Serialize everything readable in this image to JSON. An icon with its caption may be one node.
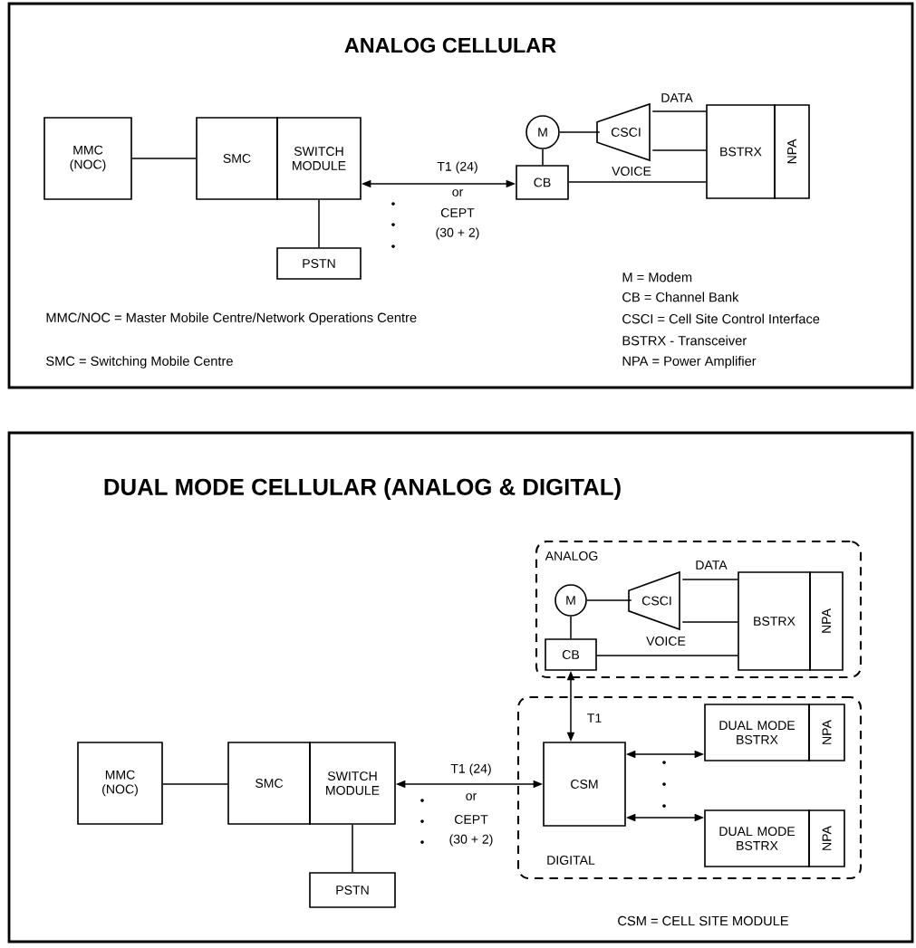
{
  "diagram": {
    "nodes": [
      {
        "text": [
          "ANALOG CELLULAR"
        ]
      },
      {
        "text": [
          "MMC (NOC)"
        ],
        "in": 0
      },
      {
        "text": [
          "SMC"
        ],
        "in": 0
      },
      {
        "text": [
          "SWITCH MODULE"
        ],
        "in": 0
      },
      {
        "text": [
          "PSTN"
        ],
        "in": 0
      },
      {
        "text": [
          "M"
        ],
        "in": 0
      },
      {
        "text": [
          "CB"
        ],
        "in": 0
      },
      {
        "text": [
          "CSCI"
        ],
        "in": 0
      },
      {
        "text": [
          "BSTRX"
        ],
        "in": 0
      },
      {
        "text": [
          "NPA"
        ],
        "in": 0
      },
      {
        "text": [
          "DUAL MODE CELLULAR (ANALOG & DIGITAL)"
        ]
      },
      {
        "text": [
          "MMC (NOC)"
        ],
        "in": 10
      },
      {
        "text": [
          "SMC"
        ],
        "in": 10
      },
      {
        "text": [
          "SWITCH MODULE"
        ],
        "in": 10
      },
      {
        "text": [
          "PSTN"
        ],
        "in": 10
      },
      {
        "text": [
          "ANALOG"
        ],
        "in": 10
      },
      {
        "text": [
          "M"
        ],
        "in": 15
      },
      {
        "text": [
          "CSCI"
        ],
        "in": 15
      },
      {
        "text": [
          "BSTRX"
        ],
        "in": 15
      },
      {
        "text": [
          "NPA"
        ],
        "in": 15
      },
      {
        "text": [
          "CB"
        ],
        "in": 15
      },
      {
        "text": [
          "DIGITAL"
        ],
        "in": 10
      },
      {
        "text": [
          "CSM"
        ],
        "in": 21
      },
      {
        "text": [
          "DUAL MODE BSTRX"
        ],
        "in": 21
      },
      {
        "text": [
          "NPA"
        ],
        "in": 21
      },
      {
        "text": [
          "DUAL MODE BSTRX"
        ],
        "in": 21
      },
      {
        "text": [
          "NPA"
        ],
        "in": 21
      }
    ],
    "edges": [
      {
        "from": 1,
        "to": 2,
        "arrow": "none"
      },
      {
        "from": 3,
        "to": 4,
        "arrow": "none"
      },
      {
        "from": 3,
        "to": 6,
        "arrow": "both",
        "label": "T1 (24)"
      },
      {
        "from": 6,
        "to": 5,
        "arrow": "none"
      },
      {
        "from": 5,
        "to": 7,
        "arrow": "none"
      },
      {
        "from": 7,
        "to": 8,
        "arrow": "none",
        "label": "DATA"
      },
      {
        "from": 7,
        "to": 8,
        "arrow": "none"
      },
      {
        "from": 6,
        "to": 8,
        "arrow": "none",
        "label": "VOICE"
      },
      {
        "from": 11,
        "to": 12,
        "arrow": "none"
      },
      {
        "from": 13,
        "to": 14,
        "arrow": "none"
      },
      {
        "from": 13,
        "to": 22,
        "arrow": "both",
        "label": "T1 (24)"
      },
      {
        "from": 20,
        "to": 22,
        "arrow": "both",
        "label": "T1"
      },
      {
        "from": 16,
        "to": 20,
        "arrow": "none"
      },
      {
        "from": 16,
        "to": 17,
        "arrow": "none"
      },
      {
        "from": 17,
        "to": 18,
        "arrow": "none",
        "label": "DATA"
      },
      {
        "from": 17,
        "to": 18,
        "arrow": "none"
      },
      {
        "from": 20,
        "to": 18,
        "arrow": "none",
        "label": "VOICE"
      },
      {
        "from": 22,
        "to": 23,
        "arrow": "both"
      },
      {
        "from": 22,
        "to": 25,
        "arrow": "both"
      }
    ],
    "labels": [
      "or",
      "CEPT",
      "(30 + 2)",
      "M = Modem",
      "CB = Channel Bank",
      "MMC/NOC = Master Mobile Centre/Network Operations Centre",
      "CSCI = Cell Site Control Interface",
      "BSTRX - Transceiver",
      "SMC = Switching Mobile Centre",
      "NPA = Power Amplifier",
      "or",
      "CEPT",
      "(30 + 2)",
      "CSM = CELL SITE MODULE"
    ]
  }
}
